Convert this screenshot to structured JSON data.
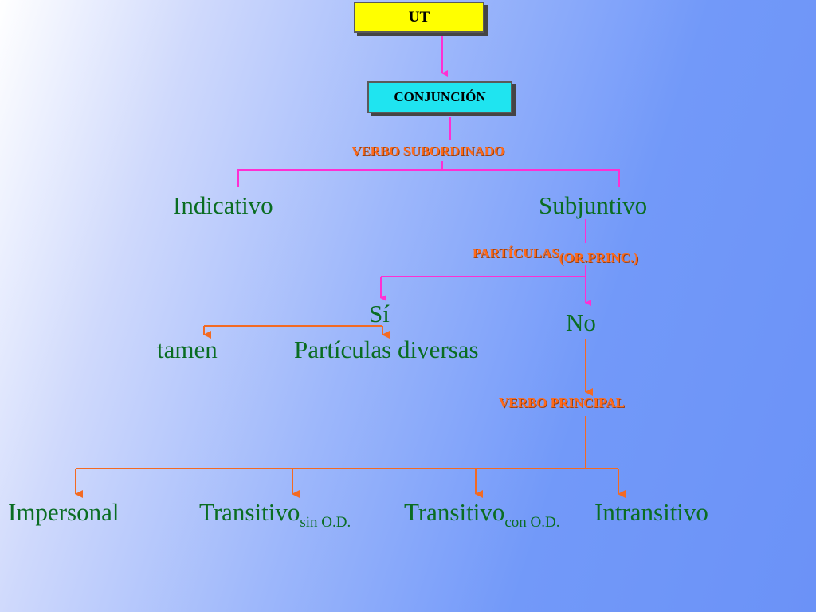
{
  "nodes": {
    "ut": "UT",
    "conjuncion": "CONJUNCIÓN",
    "verbo_subordinado": "VERBO SUBORDINADO",
    "indicativo": "Indicativo",
    "subjuntivo": "Subjuntivo",
    "particulas": "PARTÍCULAS",
    "particulas_sub": "(OR.PRINC.)",
    "si": "Sí",
    "no": "No",
    "tamen": "tamen",
    "particulas_diversas": "Partículas diversas",
    "verbo_principal": "VERBO PRINCIPAL",
    "impersonal": "Impersonal",
    "transitivo1": "Transitivo",
    "transitivo1_sub": "sin O.D.",
    "transitivo2": "Transitivo",
    "transitivo2_sub": "con O.D.",
    "intransitivo": "Intransitivo"
  },
  "colors": {
    "ut_box": "#ffff00",
    "conjuncion_box": "#1fe4f0",
    "magenta_connector": "#ff2fd2",
    "orange_connector": "#f36a22",
    "green_text": "#0a6d22",
    "orange_text": "#ff6a1a"
  }
}
